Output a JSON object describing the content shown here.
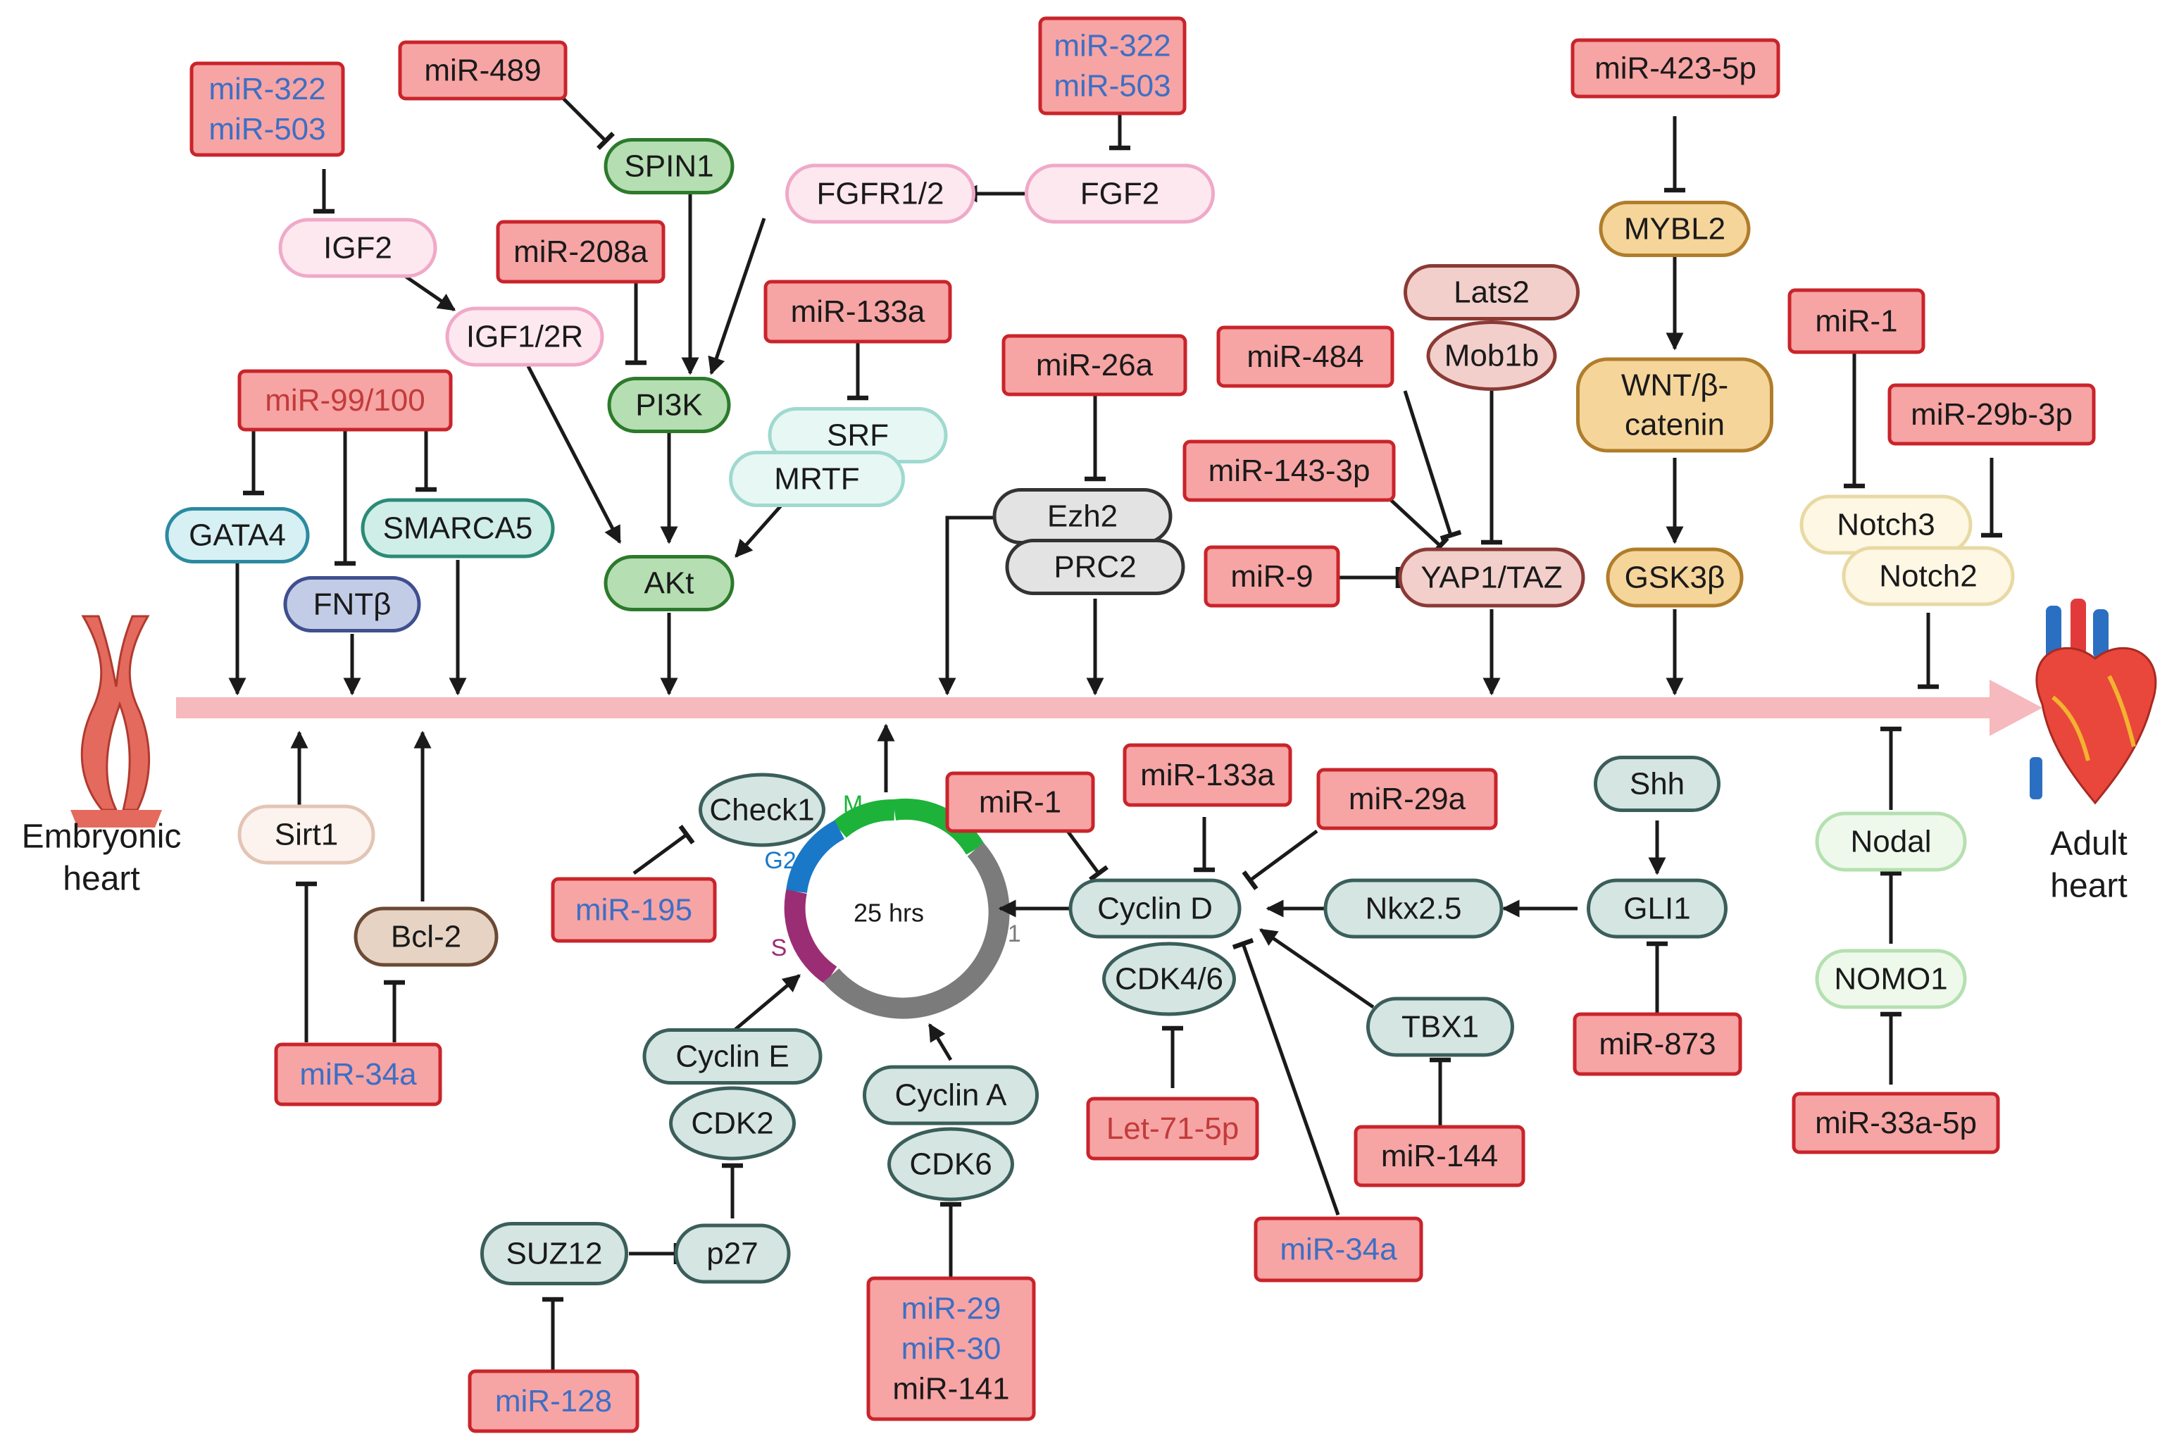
{
  "timeline": {
    "start_label": [
      "Embryonic",
      "heart"
    ],
    "end_label": [
      "Adult",
      "heart"
    ]
  },
  "colors": {
    "mirna_fill": "#f7a4a4",
    "mirna_stroke": "#c9242b",
    "mirna_text_blue": "#3d6fc4",
    "mirna_text_red": "#c23b3b",
    "axis": "#f6b9bd",
    "cell_cycle_node": "#d4e5e2"
  },
  "cell_cycle": {
    "center_label": "25 hrs",
    "phases": [
      {
        "label": "M",
        "color": "#1db33a"
      },
      {
        "label": "G2",
        "color": "#1a78c8"
      },
      {
        "label": "S",
        "color": "#9b2d74"
      },
      {
        "label": "G1",
        "color": "#7b7b7b"
      }
    ]
  },
  "mirnas": {
    "m322_503_left": {
      "lines": [
        "miR-322",
        "miR-503"
      ],
      "color": "blue"
    },
    "m489": {
      "lines": [
        "miR-489"
      ],
      "color": "black"
    },
    "m322_503_right": {
      "lines": [
        "miR-322",
        "miR-503"
      ],
      "color": "blue"
    },
    "m208a": {
      "lines": [
        "miR-208a"
      ],
      "color": "black"
    },
    "m133a_top": {
      "lines": [
        "miR-133a"
      ],
      "color": "black"
    },
    "m99_100": {
      "lines": [
        "miR-99/100"
      ],
      "color": "red"
    },
    "m26a": {
      "lines": [
        "miR-26a"
      ],
      "color": "black"
    },
    "m484": {
      "lines": [
        "miR-484"
      ],
      "color": "black"
    },
    "m143_3p": {
      "lines": [
        "miR-143-3p"
      ],
      "color": "black"
    },
    "m9": {
      "lines": [
        "miR-9"
      ],
      "color": "black"
    },
    "m423_5p": {
      "lines": [
        "miR-423-5p"
      ],
      "color": "black"
    },
    "m1_top": {
      "lines": [
        "miR-1"
      ],
      "color": "black"
    },
    "m29b_3p": {
      "lines": [
        "miR-29b-3p"
      ],
      "color": "black"
    },
    "m195": {
      "lines": [
        "miR-195"
      ],
      "color": "blue"
    },
    "m34a_left": {
      "lines": [
        "miR-34a"
      ],
      "color": "blue"
    },
    "m1_bottom": {
      "lines": [
        "miR-1"
      ],
      "color": "black"
    },
    "m133a_bottom": {
      "lines": [
        "miR-133a"
      ],
      "color": "black"
    },
    "m29a": {
      "lines": [
        "miR-29a"
      ],
      "color": "black"
    },
    "let7_5p": {
      "lines": [
        "Let-71-5p"
      ],
      "color": "red"
    },
    "m144": {
      "lines": [
        "miR-144"
      ],
      "color": "black"
    },
    "m34a_bottom": {
      "lines": [
        "miR-34a"
      ],
      "color": "blue"
    },
    "m873": {
      "lines": [
        "miR-873"
      ],
      "color": "black"
    },
    "m33a_5p": {
      "lines": [
        "miR-33a-5p"
      ],
      "color": "black"
    },
    "m128": {
      "lines": [
        "miR-128"
      ],
      "color": "blue"
    },
    "m29_30_141": {
      "lines": [
        "miR-29",
        "miR-30",
        "miR-141"
      ],
      "line_colors": [
        "blue",
        "blue",
        "black"
      ]
    }
  },
  "nodes": {
    "igf2": {
      "label": "IGF2",
      "fill": "#fde8f0",
      "stroke": "#f0a9c8"
    },
    "igf12r": {
      "label": "IGF1/2R",
      "fill": "#fde8f0",
      "stroke": "#f0a9c8"
    },
    "spin1": {
      "label": "SPIN1",
      "fill": "#b5deb2",
      "stroke": "#2c7a2c"
    },
    "fgfr12": {
      "label": "FGFR1/2",
      "fill": "#fde8f0",
      "stroke": "#f0a9c8"
    },
    "fgf2": {
      "label": "FGF2",
      "fill": "#fde8f0",
      "stroke": "#f0a9c8"
    },
    "pi3k": {
      "label": "PI3K",
      "fill": "#b5deb2",
      "stroke": "#2c7a2c"
    },
    "akt": {
      "label": "AKt",
      "fill": "#b5deb2",
      "stroke": "#2c7a2c"
    },
    "srf": {
      "label": "SRF",
      "fill": "#e6f7f4",
      "stroke": "#9fd9cf"
    },
    "mrtf": {
      "label": "MRTF",
      "fill": "#e6f7f4",
      "stroke": "#9fd9cf"
    },
    "gata4": {
      "label": "GATA4",
      "fill": "#d6f0f4",
      "stroke": "#2b8aa0"
    },
    "fntb": {
      "label": "FNTβ",
      "fill": "#c3cce6",
      "stroke": "#3f4f8f"
    },
    "smarca5": {
      "label": "SMARCA5",
      "fill": "#d0eee8",
      "stroke": "#2b8a78"
    },
    "ezh2": {
      "label": "Ezh2",
      "fill": "#e3e3e3",
      "stroke": "#333333"
    },
    "prc2": {
      "label": "PRC2",
      "fill": "#e3e3e3",
      "stroke": "#333333"
    },
    "lats2": {
      "label": "Lats2",
      "fill": "#f2cfcb",
      "stroke": "#8a3a35"
    },
    "mob1b": {
      "label": "Mob1b",
      "fill": "#f2cfcb",
      "stroke": "#8a3a35"
    },
    "yap1taz": {
      "label": "YAP1/TAZ",
      "fill": "#f2cfcb",
      "stroke": "#8a3a35"
    },
    "mybl2": {
      "label": "MYBL2",
      "fill": "#f5d59a",
      "stroke": "#b07d2a"
    },
    "wnt": {
      "lines": [
        "WNT/β-",
        "catenin"
      ],
      "fill": "#f5d59a",
      "stroke": "#b07d2a"
    },
    "gsk3b": {
      "label": "GSK3β",
      "fill": "#f5d59a",
      "stroke": "#b07d2a"
    },
    "notch3": {
      "label": "Notch3",
      "fill": "#fdf7e3",
      "stroke": "#e8d9a3"
    },
    "notch2": {
      "label": "Notch2",
      "fill": "#fdf7e3",
      "stroke": "#e8d9a3"
    },
    "sirt1": {
      "label": "Sirt1",
      "fill": "#fdf3ee",
      "stroke": "#e2c5b5"
    },
    "bcl2": {
      "label": "Bcl-2",
      "fill": "#e6d3c3",
      "stroke": "#6b4a35"
    },
    "check1": {
      "label": "Check1",
      "fill": "#d4e5e2",
      "stroke": "#3b5e5a"
    },
    "cyclind": {
      "label": "Cyclin D",
      "fill": "#d4e5e2",
      "stroke": "#3b5e5a"
    },
    "cdk46": {
      "label": "CDK4/6",
      "fill": "#d4e5e2",
      "stroke": "#3b5e5a"
    },
    "nkx25": {
      "label": "Nkx2.5",
      "fill": "#d4e5e2",
      "stroke": "#3b5e5a"
    },
    "gli1": {
      "label": "GLI1",
      "fill": "#d4e5e2",
      "stroke": "#3b5e5a"
    },
    "shh": {
      "label": "Shh",
      "fill": "#d4e5e2",
      "stroke": "#3b5e5a"
    },
    "tbx1": {
      "label": "TBX1",
      "fill": "#d4e5e2",
      "stroke": "#3b5e5a"
    },
    "cycline": {
      "label": "Cyclin E",
      "fill": "#d4e5e2",
      "stroke": "#3b5e5a"
    },
    "cdk2": {
      "label": "CDK2",
      "fill": "#d4e5e2",
      "stroke": "#3b5e5a"
    },
    "p27": {
      "label": "p27",
      "fill": "#d4e5e2",
      "stroke": "#3b5e5a"
    },
    "suz12": {
      "label": "SUZ12",
      "fill": "#d4e5e2",
      "stroke": "#3b5e5a"
    },
    "cyclina": {
      "label": "Cyclin A",
      "fill": "#d4e5e2",
      "stroke": "#3b5e5a"
    },
    "cdk6": {
      "label": "CDK6",
      "fill": "#d4e5e2",
      "stroke": "#3b5e5a"
    },
    "nodal": {
      "label": "Nodal",
      "fill": "#eef9ec",
      "stroke": "#b5e0b0"
    },
    "nomo1": {
      "label": "NOMO1",
      "fill": "#eef9ec",
      "stroke": "#b5e0b0"
    }
  }
}
